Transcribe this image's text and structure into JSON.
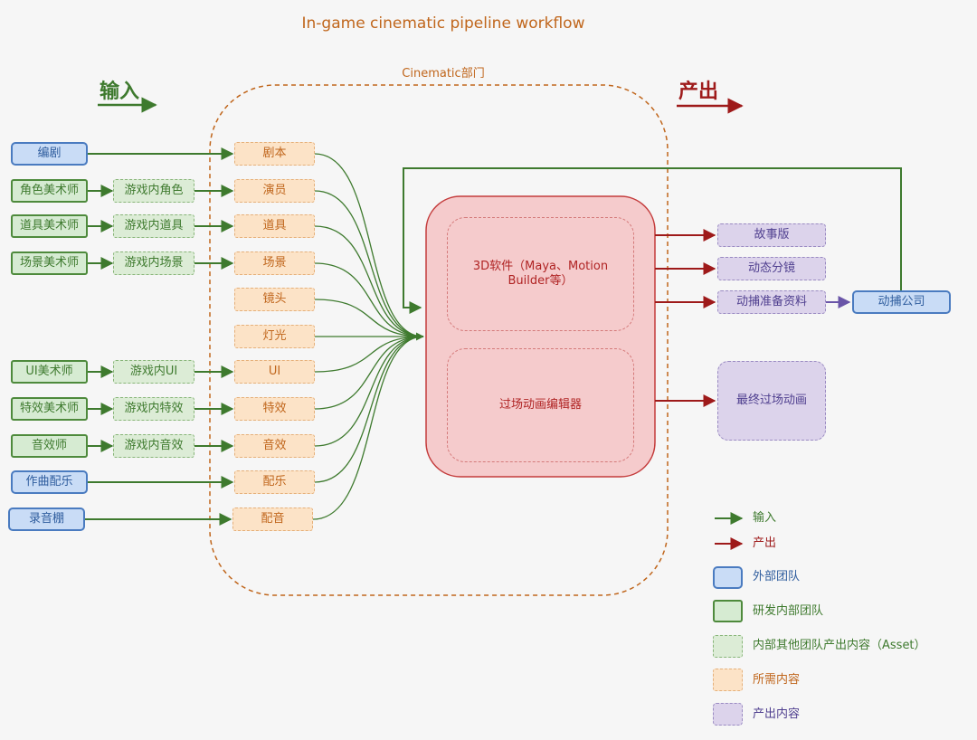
{
  "title": "In-game cinematic pipeline workflow",
  "department_label": "Cinematic部门",
  "input_label": "输入",
  "output_label": "产出",
  "external_teams": {
    "writer": "编剧",
    "composer": "作曲配乐",
    "studio": "录音棚",
    "mocap": "动捕公司"
  },
  "internal_teams": {
    "char_artist": "角色美术师",
    "prop_artist": "道具美术师",
    "scene_artist": "场景美术师",
    "ui_artist": "UI美术师",
    "vfx_artist": "特效美术师",
    "sound_designer": "音效师"
  },
  "assets": {
    "char": "游戏内角色",
    "prop": "游戏内道具",
    "scene": "游戏内场景",
    "ui": "游戏内UI",
    "vfx": "游戏内特效",
    "sfx": "游戏内音效"
  },
  "required": {
    "script": "剧本",
    "actor": "演员",
    "prop": "道具",
    "scene": "场景",
    "lens": "镜头",
    "light": "灯光",
    "ui": "UI",
    "vfx": "特效",
    "sfx": "音效",
    "music": "配乐",
    "voice": "配音"
  },
  "tools": {
    "software_3d": "3D软件（Maya、Motion Builder等）",
    "cutscene_editor": "过场动画编辑器"
  },
  "outputs": {
    "storyboard": "故事版",
    "animatic": "动态分镜",
    "mocap_prep": "动捕准备资料",
    "final": "最终过场动画"
  },
  "legend": {
    "input": "输入",
    "output": "产出",
    "external": "外部团队",
    "internal": "研发内部团队",
    "asset": "内部其他团队产出内容（Asset）",
    "required": "所需内容",
    "product": "产出内容"
  },
  "colors": {
    "input_arrow": "#3e7a2e",
    "output_arrow": "#9e1a1a",
    "mocap_arrow": "#6a55a8",
    "department_border": "#c0661c",
    "hub_fill": "#f5cbcc",
    "hub_border": "#c43c3c"
  }
}
